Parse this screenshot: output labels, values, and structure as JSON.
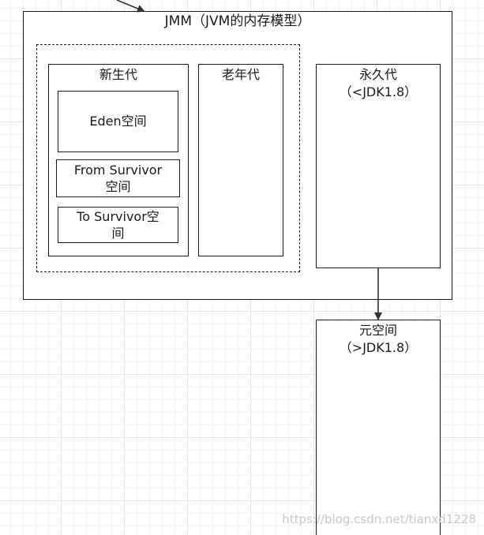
{
  "diagram": {
    "jmm_title": "JMM（JVM的内存模型）",
    "young_gen": "新生代",
    "eden": "Eden空间",
    "from_survivor": "From Survivor\n空间",
    "to_survivor": "To Survivor空\n间",
    "old_gen": "老年代",
    "perm_gen": "永久代\n（<JDK1.8）",
    "metaspace": "元空间\n（>JDK1.8）"
  },
  "watermark": "https://blog.csdn.net/tianxd1228",
  "colors": {
    "stroke": "#1a1a1a",
    "grid_major": "#e6e6e6",
    "grid_minor": "#f3f3f3",
    "watermark": "#c9c9c9"
  }
}
